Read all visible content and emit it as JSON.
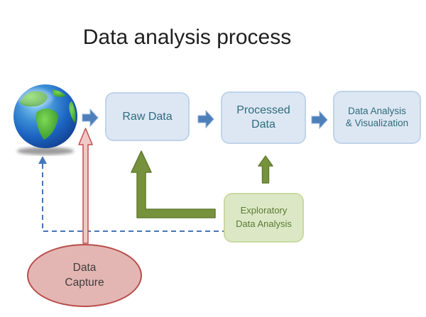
{
  "title": "Data analysis process",
  "colors": {
    "title-color": "#1f1f1f",
    "box-fill": "#dde7f3",
    "box-border": "#c0d3e9",
    "box-text": "#2f6b7d",
    "arrow-blue": "#4d7fbb",
    "arrow-blue-edge": "#8fb0d8",
    "green-fill": "#76923c",
    "green-stroke": "#637c30",
    "eda-fill": "#dce8c5",
    "eda-border": "#c8d9a2",
    "eda-text": "#5b7a34",
    "pink-fill": "#f1cac8",
    "pink-stroke": "#c0504d",
    "cap-fill": "#e3b6b4",
    "cap-border": "#b94d4a",
    "cap-text": "#433c3c",
    "dash-blue": "#4576b8"
  },
  "nodes": {
    "raw_data": {
      "label": "Raw Data"
    },
    "processed_data": {
      "lines": [
        "Processed",
        "Data"
      ]
    },
    "analysis_viz": {
      "lines": [
        "Data Analysis",
        "& Visualization"
      ]
    },
    "eda": {
      "lines": [
        "Exploratory",
        "Data Analysis"
      ]
    },
    "data_capture": {
      "lines": [
        "Data",
        "Capture"
      ]
    }
  },
  "icons": [
    {
      "name": "globe-icon",
      "depicts": "Earth globe (data source)"
    }
  ],
  "edges": [
    {
      "from": "globe",
      "to": "raw_data",
      "style": "blue-solid-arrow"
    },
    {
      "from": "raw_data",
      "to": "processed_data",
      "style": "blue-solid-arrow"
    },
    {
      "from": "processed_data",
      "to": "analysis_viz",
      "style": "blue-solid-arrow"
    },
    {
      "from": "eda",
      "to": "raw_data",
      "style": "green-elbow-arrow"
    },
    {
      "from": "eda",
      "to": "processed_data",
      "style": "green-straight-arrow"
    },
    {
      "from": "data_capture",
      "to": "globe",
      "style": "pink-straight-arrow"
    },
    {
      "from": "eda",
      "to": "globe",
      "style": "blue-dashed-arrow"
    }
  ]
}
